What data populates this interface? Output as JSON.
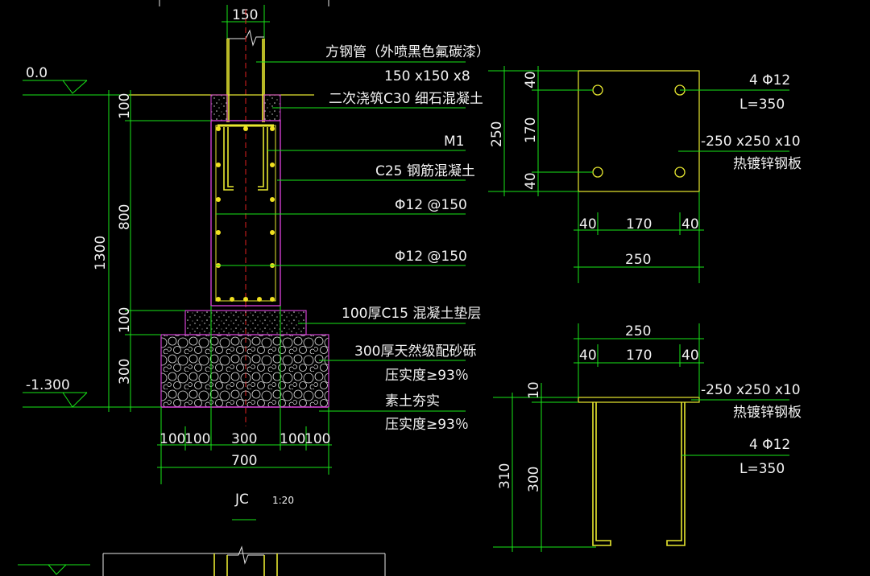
{
  "colors": {
    "background": "#000000",
    "dimension": "#19e619",
    "outline": "#e8e8e8",
    "steel": "#e8e830",
    "concrete": "#d040d0",
    "centerline": "#e02020",
    "text": "#f2f2f2"
  },
  "section": {
    "top_width": "150",
    "elev_top": "0.0",
    "elev_bottom": "-1.300",
    "dims_left": {
      "d100a": "100",
      "d800": "800",
      "d100b": "100",
      "d300": "300",
      "d1300": "1300"
    },
    "dims_bottom": {
      "b1": "100",
      "b2": "100",
      "b3": "300",
      "b4": "100",
      "b5": "100",
      "total": "700"
    },
    "title": "JC",
    "scale": "1:20",
    "notes": {
      "tube": "方钢管（外喷黑色氟碳漆）",
      "tube_size": "150 x150 x8",
      "grout": "二次浇筑C30 细石混凝土",
      "plate": "M1",
      "concrete": "C25 钢筋混凝土",
      "bar1": "Φ12 @150",
      "bar2": "Φ12 @150",
      "bedding": "100厚C15 混凝土垫层",
      "gravel": "300厚天然级配砂砾",
      "gravel_compaction": "压实度≥93％",
      "soil": "素土夯实",
      "soil_compaction": "压实度≥93％"
    }
  },
  "plate_plan": {
    "dim_total_v": "250",
    "dim_v_40a": "40",
    "dim_v_170": "170",
    "dim_v_40b": "40",
    "dim_h_40a": "40",
    "dim_h_170": "170",
    "dim_h_40b": "40",
    "dim_total_h": "250",
    "anchor_label": "4 Φ12",
    "anchor_len": "L=350",
    "plate_label": "-250 x250 x10",
    "plate_material": "热镀锌钢板"
  },
  "plate_elev": {
    "dim_top": "250",
    "dim_40a": "40",
    "dim_170": "170",
    "dim_40b": "40",
    "dim_10": "10",
    "dim_310": "310",
    "dim_300": "300",
    "plate_label": "-250 x250 x10",
    "plate_material": "热镀锌钢板",
    "anchor_label": "4 Φ12",
    "anchor_len": "L=350"
  }
}
